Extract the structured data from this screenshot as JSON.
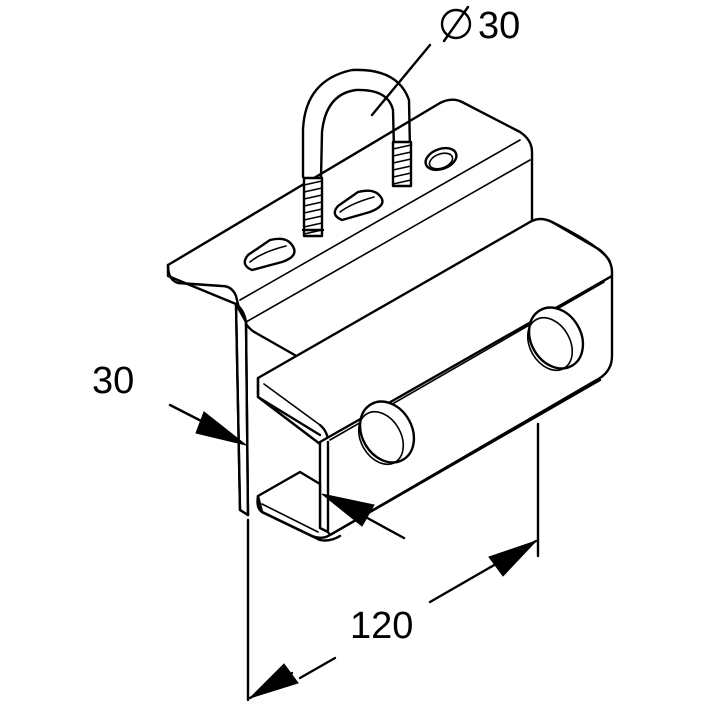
{
  "dimensions": {
    "diameter_symbol": "⌀",
    "diameter_value": "30",
    "side_value": "30",
    "length_value": "120"
  }
}
